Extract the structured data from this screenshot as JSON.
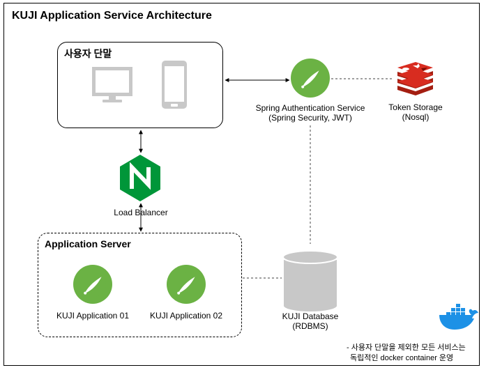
{
  "title": "KUJI Application Service Architecture",
  "client_box": {
    "label": "사용자 단말"
  },
  "load_balancer": {
    "label": "Load Balancer"
  },
  "app_server": {
    "label": "Application Server",
    "apps": [
      {
        "label": "KUJI Application 01"
      },
      {
        "label": "KUJI Application 02"
      }
    ]
  },
  "auth": {
    "line1": "Spring Authentication Service",
    "line2": "(Spring Security, JWT)"
  },
  "token_storage": {
    "line1": "Token Storage",
    "line2": "(Nosql)"
  },
  "database": {
    "line1": "KUJI Database",
    "line2": "(RDBMS)"
  },
  "note": {
    "line1": "- 사용자 단말을 제외한 모든 서비스는",
    "line2": "독립적인 docker container 운영"
  },
  "colors": {
    "spring": "#6BB244",
    "nginx": "#009639",
    "redis": "#D82C20",
    "docker": "#1D91E6",
    "db": "#C8C8C8",
    "device": "#C8C8C8"
  },
  "icons": [
    "monitor-icon",
    "smartphone-icon",
    "nginx-icon",
    "spring-icon",
    "redis-icon",
    "database-icon",
    "docker-icon"
  ]
}
